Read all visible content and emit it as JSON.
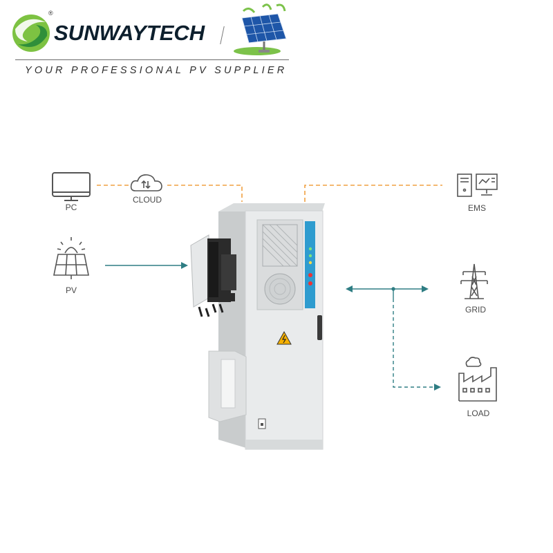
{
  "brand": {
    "registered": "®",
    "name": "SUNWAYTECH",
    "tagline": "YOUR PROFESSIONAL PV SUPPLIER"
  },
  "nodes": {
    "pc": "PC",
    "cloud": "CLOUD",
    "pv": "PV",
    "ems": "EMS",
    "grid": "GRID",
    "load": "LOAD"
  },
  "colors": {
    "communication_line": "#f0a040",
    "power_line": "#2e7d83",
    "cabinet": "#e9ebec",
    "panel_blue": "#2e9ccf",
    "warning": "#f6b000"
  },
  "icons": [
    "logo-swirl-icon",
    "solar-panel-photo-icon",
    "monitor-icon",
    "cloud-sync-icon",
    "solar-panel-icon",
    "server-monitor-icon",
    "pylon-icon",
    "factory-icon",
    "warning-icon"
  ]
}
